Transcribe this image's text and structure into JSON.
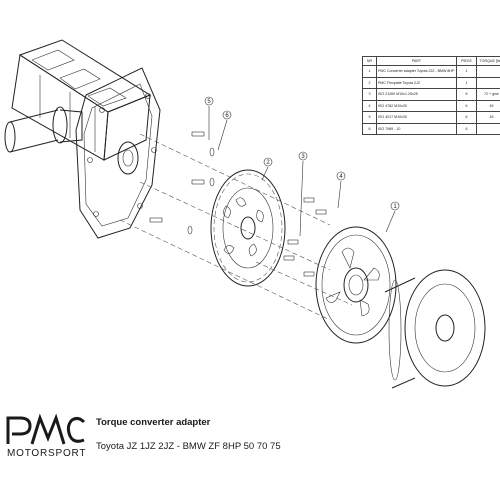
{
  "bom": {
    "headers": {
      "nr": "NR",
      "part": "PART",
      "piece": "PIECE",
      "torque": "TORQUE [Nm]"
    },
    "rows": [
      {
        "nr": "1",
        "part": "PMC Converter adapter Toyota 2JZ - BMW 8HP",
        "piece": "1",
        "torque": ""
      },
      {
        "nr": "2",
        "part": "PMC Flexplate Toyota 2JZ",
        "piece": "1",
        "torque": ""
      },
      {
        "nr": "3",
        "part": "ISO 21269 M10x1.25x25",
        "piece": "8",
        "torque": "72 + glue"
      },
      {
        "nr": "4",
        "part": "ISO 4762 M10x30",
        "piece": "6",
        "torque": "45"
      },
      {
        "nr": "5",
        "part": "ISO 4017 M10x30",
        "piece": "6",
        "torque": "45"
      },
      {
        "nr": "6",
        "part": "ISO 7089 - 10",
        "piece": "6",
        "torque": ""
      }
    ]
  },
  "callouts": [
    "5",
    "6",
    "2",
    "3",
    "4",
    "1"
  ],
  "brand": {
    "name": "MOTORSPORT",
    "color": "#1a1a1a"
  },
  "caption": {
    "title": "Torque converter adapter",
    "subtitle": "Toyota JZ 1JZ 2JZ - BMW ZF 8HP 50 70 75"
  }
}
